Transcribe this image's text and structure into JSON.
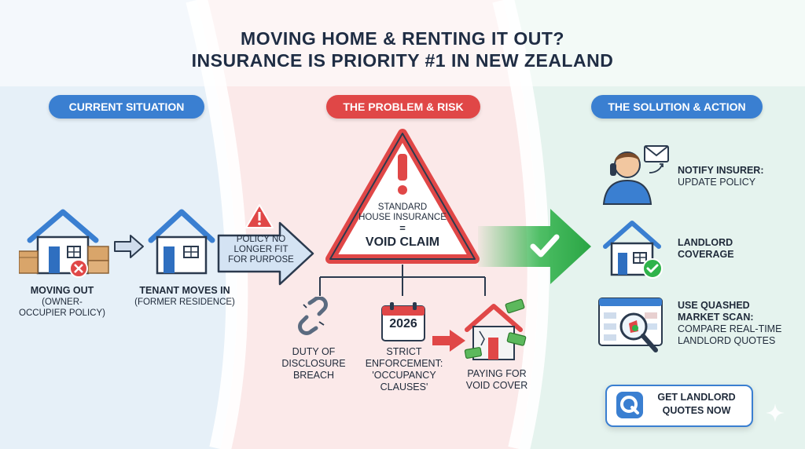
{
  "header": {
    "line1": "MOVING HOME & RENTING IT OUT?",
    "line2": "INSURANCE IS PRIORITY #1 IN NEW ZEALAND"
  },
  "sections": {
    "current": "CURRENT SITUATION",
    "problem": "THE PROBLEM & RISK",
    "solution": "THE SOLUTION & ACTION"
  },
  "current": {
    "moving_out_title": "MOVING OUT",
    "moving_out_sub": "(OWNER-OCCUPIER POLICY)",
    "tenant_title": "TENANT MOVES IN",
    "tenant_sub": "(FORMER RESIDENCE)",
    "policy_note": "POLICY NO LONGER FIT FOR PURPOSE"
  },
  "problem": {
    "warning_line1": "STANDARD",
    "warning_line2": "HOUSE INSURANCE",
    "warning_equals": "=",
    "warning_result": "VOID CLAIM",
    "calendar_year": "2026",
    "risks": [
      {
        "label": "DUTY OF DISCLOSURE BREACH"
      },
      {
        "label": "STRICT ENFORCEMENT: 'OCCUPANCY CLAUSES'"
      },
      {
        "label": "PAYING FOR VOID COVER"
      }
    ]
  },
  "solution": {
    "steps": [
      {
        "title": "NOTIFY INSURER:",
        "detail": "UPDATE POLICY"
      },
      {
        "title": "LANDLORD COVERAGE",
        "detail": ""
      },
      {
        "title": "USE QUASHED MARKET SCAN:",
        "detail": "COMPARE REAL-TIME LANDLORD QUOTES"
      }
    ],
    "cta_label": "GET LANDLORD QUOTES NOW"
  },
  "colors": {
    "blue": "#3a7fd1",
    "red": "#e04747",
    "green": "#2fb34a",
    "bg_left": "#e6f0f8",
    "bg_mid": "#fbe7e7",
    "bg_right": "#e6f4ef"
  }
}
